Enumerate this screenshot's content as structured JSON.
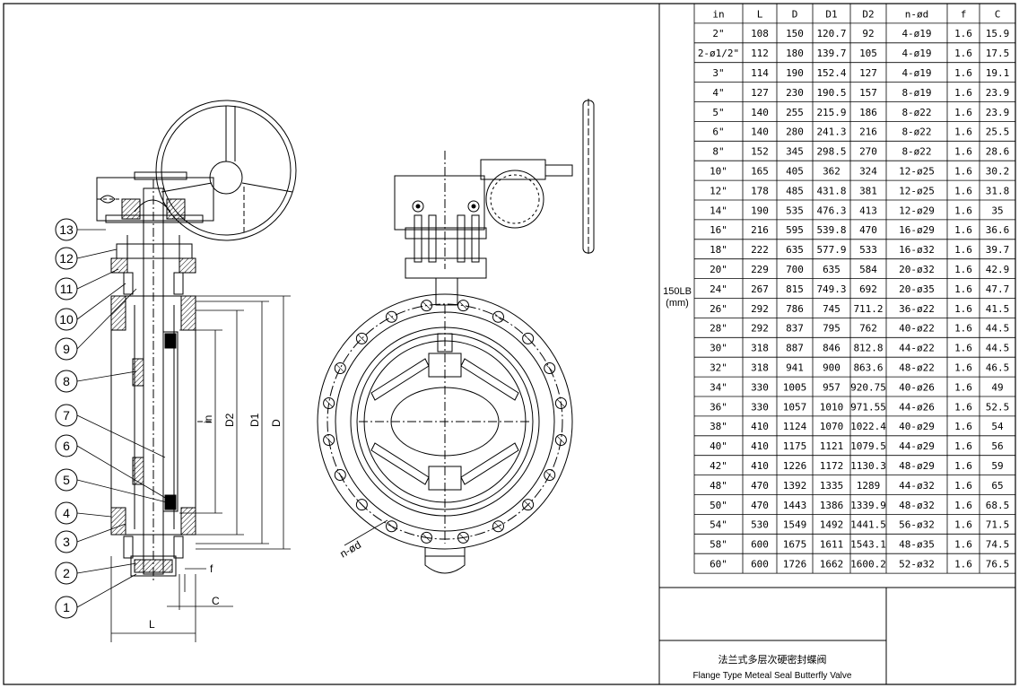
{
  "drawing": {
    "callouts": [
      "13",
      "12",
      "11",
      "10",
      "9",
      "8",
      "7",
      "6",
      "5",
      "4",
      "3",
      "2",
      "1"
    ],
    "dim_labels": {
      "in": "in",
      "d2": "D2",
      "d1": "D1",
      "d": "D",
      "l": "L",
      "f": "f",
      "c": "C",
      "nd": "n-ød"
    }
  },
  "table": {
    "headers": [
      "in",
      "L",
      "D",
      "D1",
      "D2",
      "n-ød",
      "f",
      "C"
    ],
    "unit_label_1": "150LB",
    "unit_label_2": "(mm)",
    "rows": [
      [
        "2\"",
        "108",
        "150",
        "120.7",
        "92",
        "4-ø19",
        "1.6",
        "15.9"
      ],
      [
        "2-ø1/2\"",
        "112",
        "180",
        "139.7",
        "105",
        "4-ø19",
        "1.6",
        "17.5"
      ],
      [
        "3\"",
        "114",
        "190",
        "152.4",
        "127",
        "4-ø19",
        "1.6",
        "19.1"
      ],
      [
        "4\"",
        "127",
        "230",
        "190.5",
        "157",
        "8-ø19",
        "1.6",
        "23.9"
      ],
      [
        "5\"",
        "140",
        "255",
        "215.9",
        "186",
        "8-ø22",
        "1.6",
        "23.9"
      ],
      [
        "6\"",
        "140",
        "280",
        "241.3",
        "216",
        "8-ø22",
        "1.6",
        "25.5"
      ],
      [
        "8\"",
        "152",
        "345",
        "298.5",
        "270",
        "8-ø22",
        "1.6",
        "28.6"
      ],
      [
        "10\"",
        "165",
        "405",
        "362",
        "324",
        "12-ø25",
        "1.6",
        "30.2"
      ],
      [
        "12\"",
        "178",
        "485",
        "431.8",
        "381",
        "12-ø25",
        "1.6",
        "31.8"
      ],
      [
        "14\"",
        "190",
        "535",
        "476.3",
        "413",
        "12-ø29",
        "1.6",
        "35"
      ],
      [
        "16\"",
        "216",
        "595",
        "539.8",
        "470",
        "16-ø29",
        "1.6",
        "36.6"
      ],
      [
        "18\"",
        "222",
        "635",
        "577.9",
        "533",
        "16-ø32",
        "1.6",
        "39.7"
      ],
      [
        "20\"",
        "229",
        "700",
        "635",
        "584",
        "20-ø32",
        "1.6",
        "42.9"
      ],
      [
        "24\"",
        "267",
        "815",
        "749.3",
        "692",
        "20-ø35",
        "1.6",
        "47.7"
      ],
      [
        "26\"",
        "292",
        "786",
        "745",
        "711.2",
        "36-ø22",
        "1.6",
        "41.5"
      ],
      [
        "28\"",
        "292",
        "837",
        "795",
        "762",
        "40-ø22",
        "1.6",
        "44.5"
      ],
      [
        "30\"",
        "318",
        "887",
        "846",
        "812.8",
        "44-ø22",
        "1.6",
        "44.5"
      ],
      [
        "32\"",
        "318",
        "941",
        "900",
        "863.6",
        "48-ø22",
        "1.6",
        "46.5"
      ],
      [
        "34\"",
        "330",
        "1005",
        "957",
        "920.75",
        "40-ø26",
        "1.6",
        "49"
      ],
      [
        "36\"",
        "330",
        "1057",
        "1010",
        "971.55",
        "44-ø26",
        "1.6",
        "52.5"
      ],
      [
        "38\"",
        "410",
        "1124",
        "1070",
        "1022.4",
        "40-ø29",
        "1.6",
        "54"
      ],
      [
        "40\"",
        "410",
        "1175",
        "1121",
        "1079.5",
        "44-ø29",
        "1.6",
        "56"
      ],
      [
        "42\"",
        "410",
        "1226",
        "1172",
        "1130.3",
        "48-ø29",
        "1.6",
        "59"
      ],
      [
        "48\"",
        "470",
        "1392",
        "1335",
        "1289",
        "44-ø32",
        "1.6",
        "65"
      ],
      [
        "50\"",
        "470",
        "1443",
        "1386",
        "1339.9",
        "48-ø32",
        "1.6",
        "68.5"
      ],
      [
        "54\"",
        "530",
        "1549",
        "1492",
        "1441.5",
        "56-ø32",
        "1.6",
        "71.5"
      ],
      [
        "58\"",
        "600",
        "1675",
        "1611",
        "1543.1",
        "48-ø35",
        "1.6",
        "74.5"
      ],
      [
        "60\"",
        "600",
        "1726",
        "1662",
        "1600.2",
        "52-ø32",
        "1.6",
        "76.5"
      ]
    ]
  },
  "title_block": {
    "chinese": "法兰式多层次硬密封蝶阀",
    "english": "Flange Type Meteal Seal Butterfly Valve"
  }
}
